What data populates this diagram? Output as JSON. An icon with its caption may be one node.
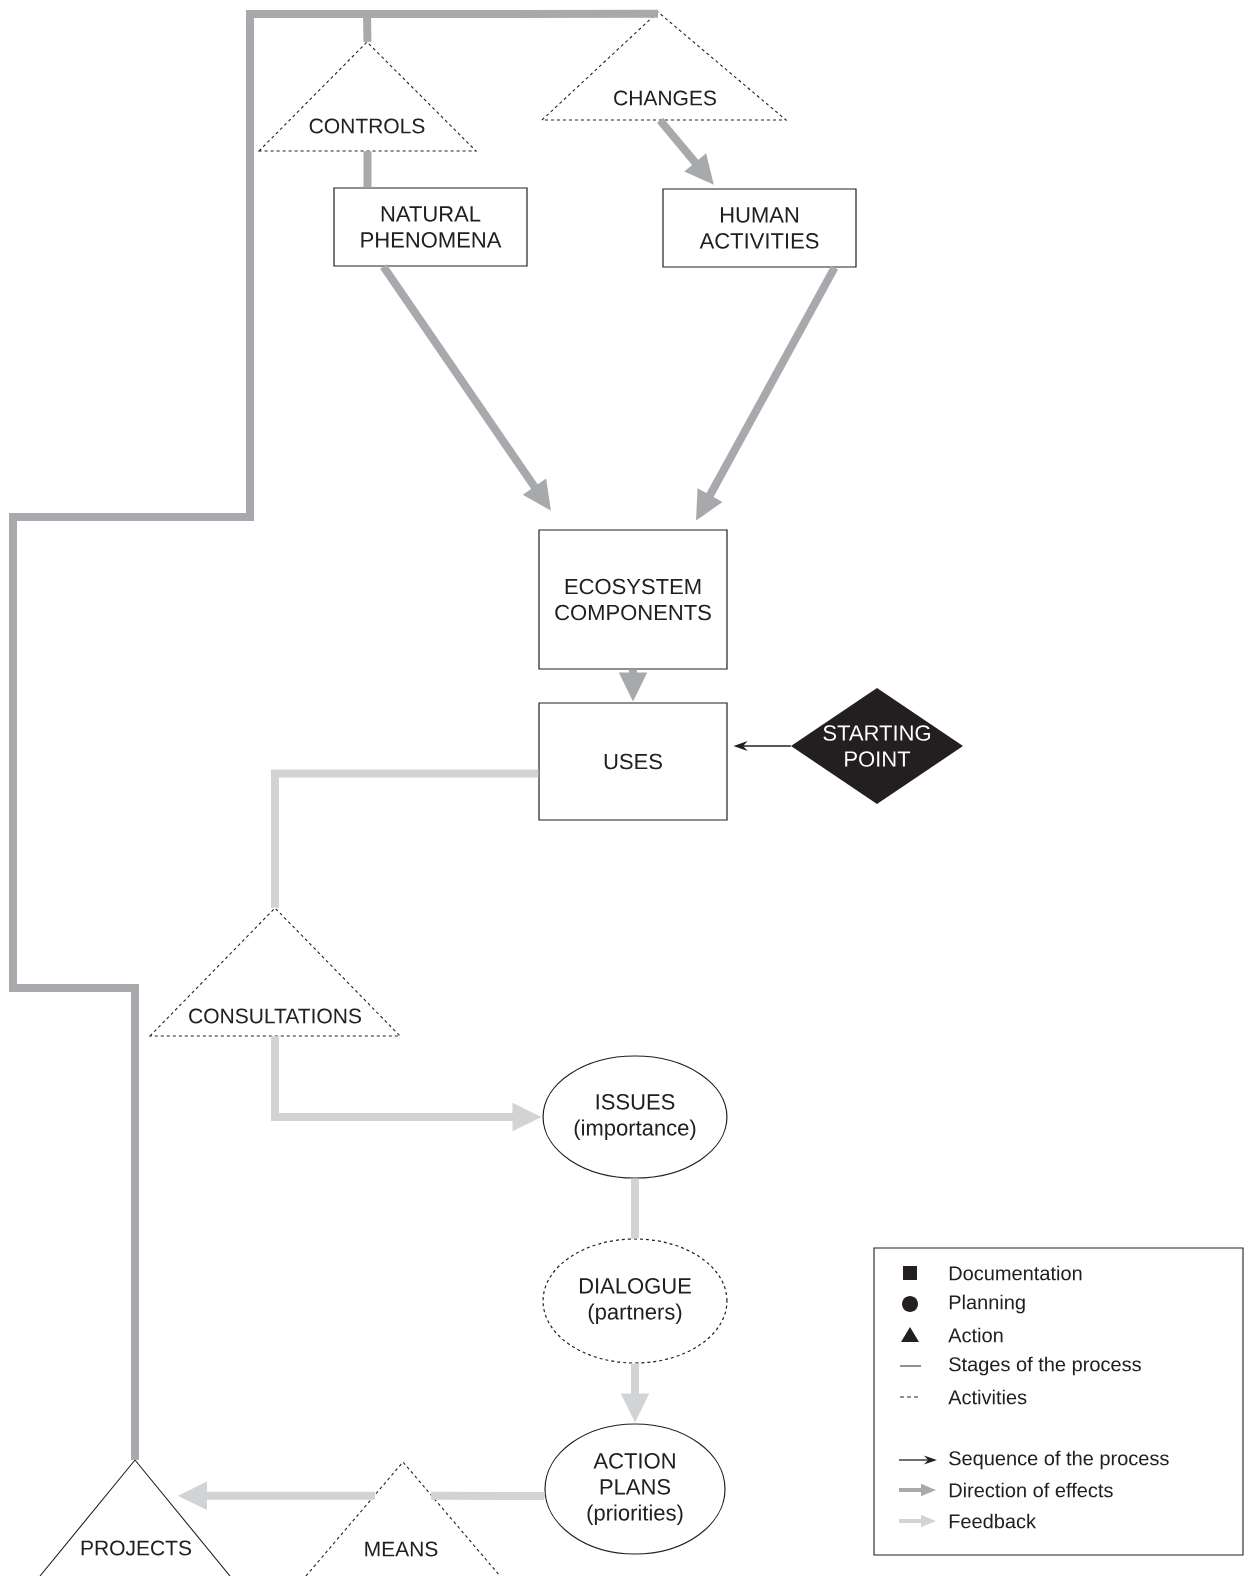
{
  "diagram": {
    "nodes": [
      {
        "text": [
          "CONTROLS"
        ]
      },
      {
        "text": [
          "CHANGES"
        ]
      },
      {
        "text": [
          "NATURAL PHENOMENA"
        ]
      },
      {
        "text": [
          "HUMAN ACTIVITIES"
        ]
      },
      {
        "text": [
          "ECOSYSTEM COMPONENTS"
        ]
      },
      {
        "text": [
          "USES"
        ]
      },
      {
        "text": [
          "STARTING POINT"
        ]
      },
      {
        "text": [
          "CONSULTATIONS"
        ]
      },
      {
        "text": [
          "ISSUES (importance)"
        ]
      },
      {
        "text": [
          "DIALOGUE (partners)"
        ]
      },
      {
        "text": [
          "ACTION PLANS (priorities)"
        ]
      },
      {
        "text": [
          "MEANS"
        ]
      },
      {
        "text": [
          "PROJECTS"
        ]
      }
    ],
    "edges": [
      {
        "from": 12,
        "to": 1,
        "arrow": "none"
      },
      {
        "from": 12,
        "to": 0,
        "arrow": "none"
      },
      {
        "from": 0,
        "to": 2,
        "arrow": "none"
      },
      {
        "from": 1,
        "to": 3,
        "arrow": "to"
      },
      {
        "from": 2,
        "to": 4,
        "arrow": "to"
      },
      {
        "from": 3,
        "to": 4,
        "arrow": "to"
      },
      {
        "from": 4,
        "to": 5,
        "arrow": "to"
      },
      {
        "from": 6,
        "to": 5,
        "arrow": "to",
        "color": "#231f20"
      },
      {
        "from": 5,
        "to": 7,
        "arrow": "none",
        "color": "#d1d3d4"
      },
      {
        "from": 7,
        "to": 8,
        "arrow": "to",
        "color": "#d1d3d4"
      },
      {
        "from": 8,
        "to": 9,
        "arrow": "none",
        "color": "#d1d3d4"
      },
      {
        "from": 9,
        "to": 10,
        "arrow": "to",
        "color": "#d1d3d4"
      },
      {
        "from": 10,
        "to": 11,
        "arrow": "none",
        "color": "#d1d3d4"
      },
      {
        "from": 11,
        "to": 12,
        "arrow": "to",
        "color": "#d1d3d4"
      }
    ],
    "legend": [
      {
        "text": "Documentation"
      },
      {
        "text": "Planning"
      },
      {
        "text": "Action"
      },
      {
        "text": "Stages of the process"
      },
      {
        "text": "Activities"
      },
      {
        "text": "Sequence of the process"
      },
      {
        "text": "Direction of effects"
      },
      {
        "text": "Feedback"
      }
    ]
  }
}
